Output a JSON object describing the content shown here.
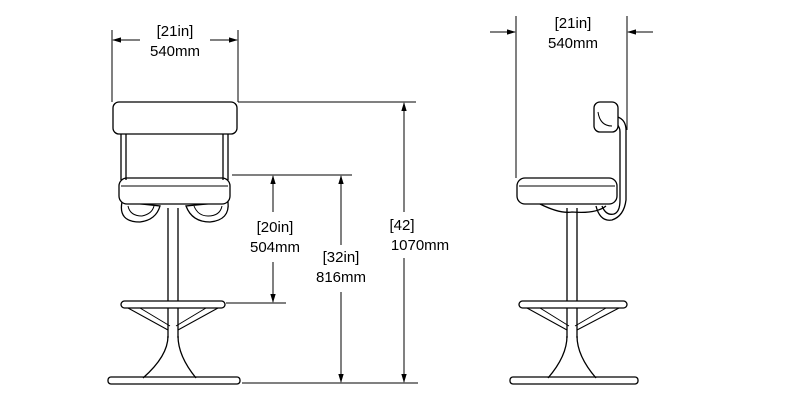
{
  "front_view": {
    "width_in": "[21in]",
    "width_mm": "540mm",
    "seat_height_in": "[20in]",
    "seat_height_mm": "504mm",
    "bar_height_in": "[32in]",
    "bar_height_mm": "816mm",
    "total_height_in": "[42]",
    "total_height_mm": "1070mm"
  },
  "side_view": {
    "width_in": "[21in]",
    "width_mm": "540mm"
  }
}
